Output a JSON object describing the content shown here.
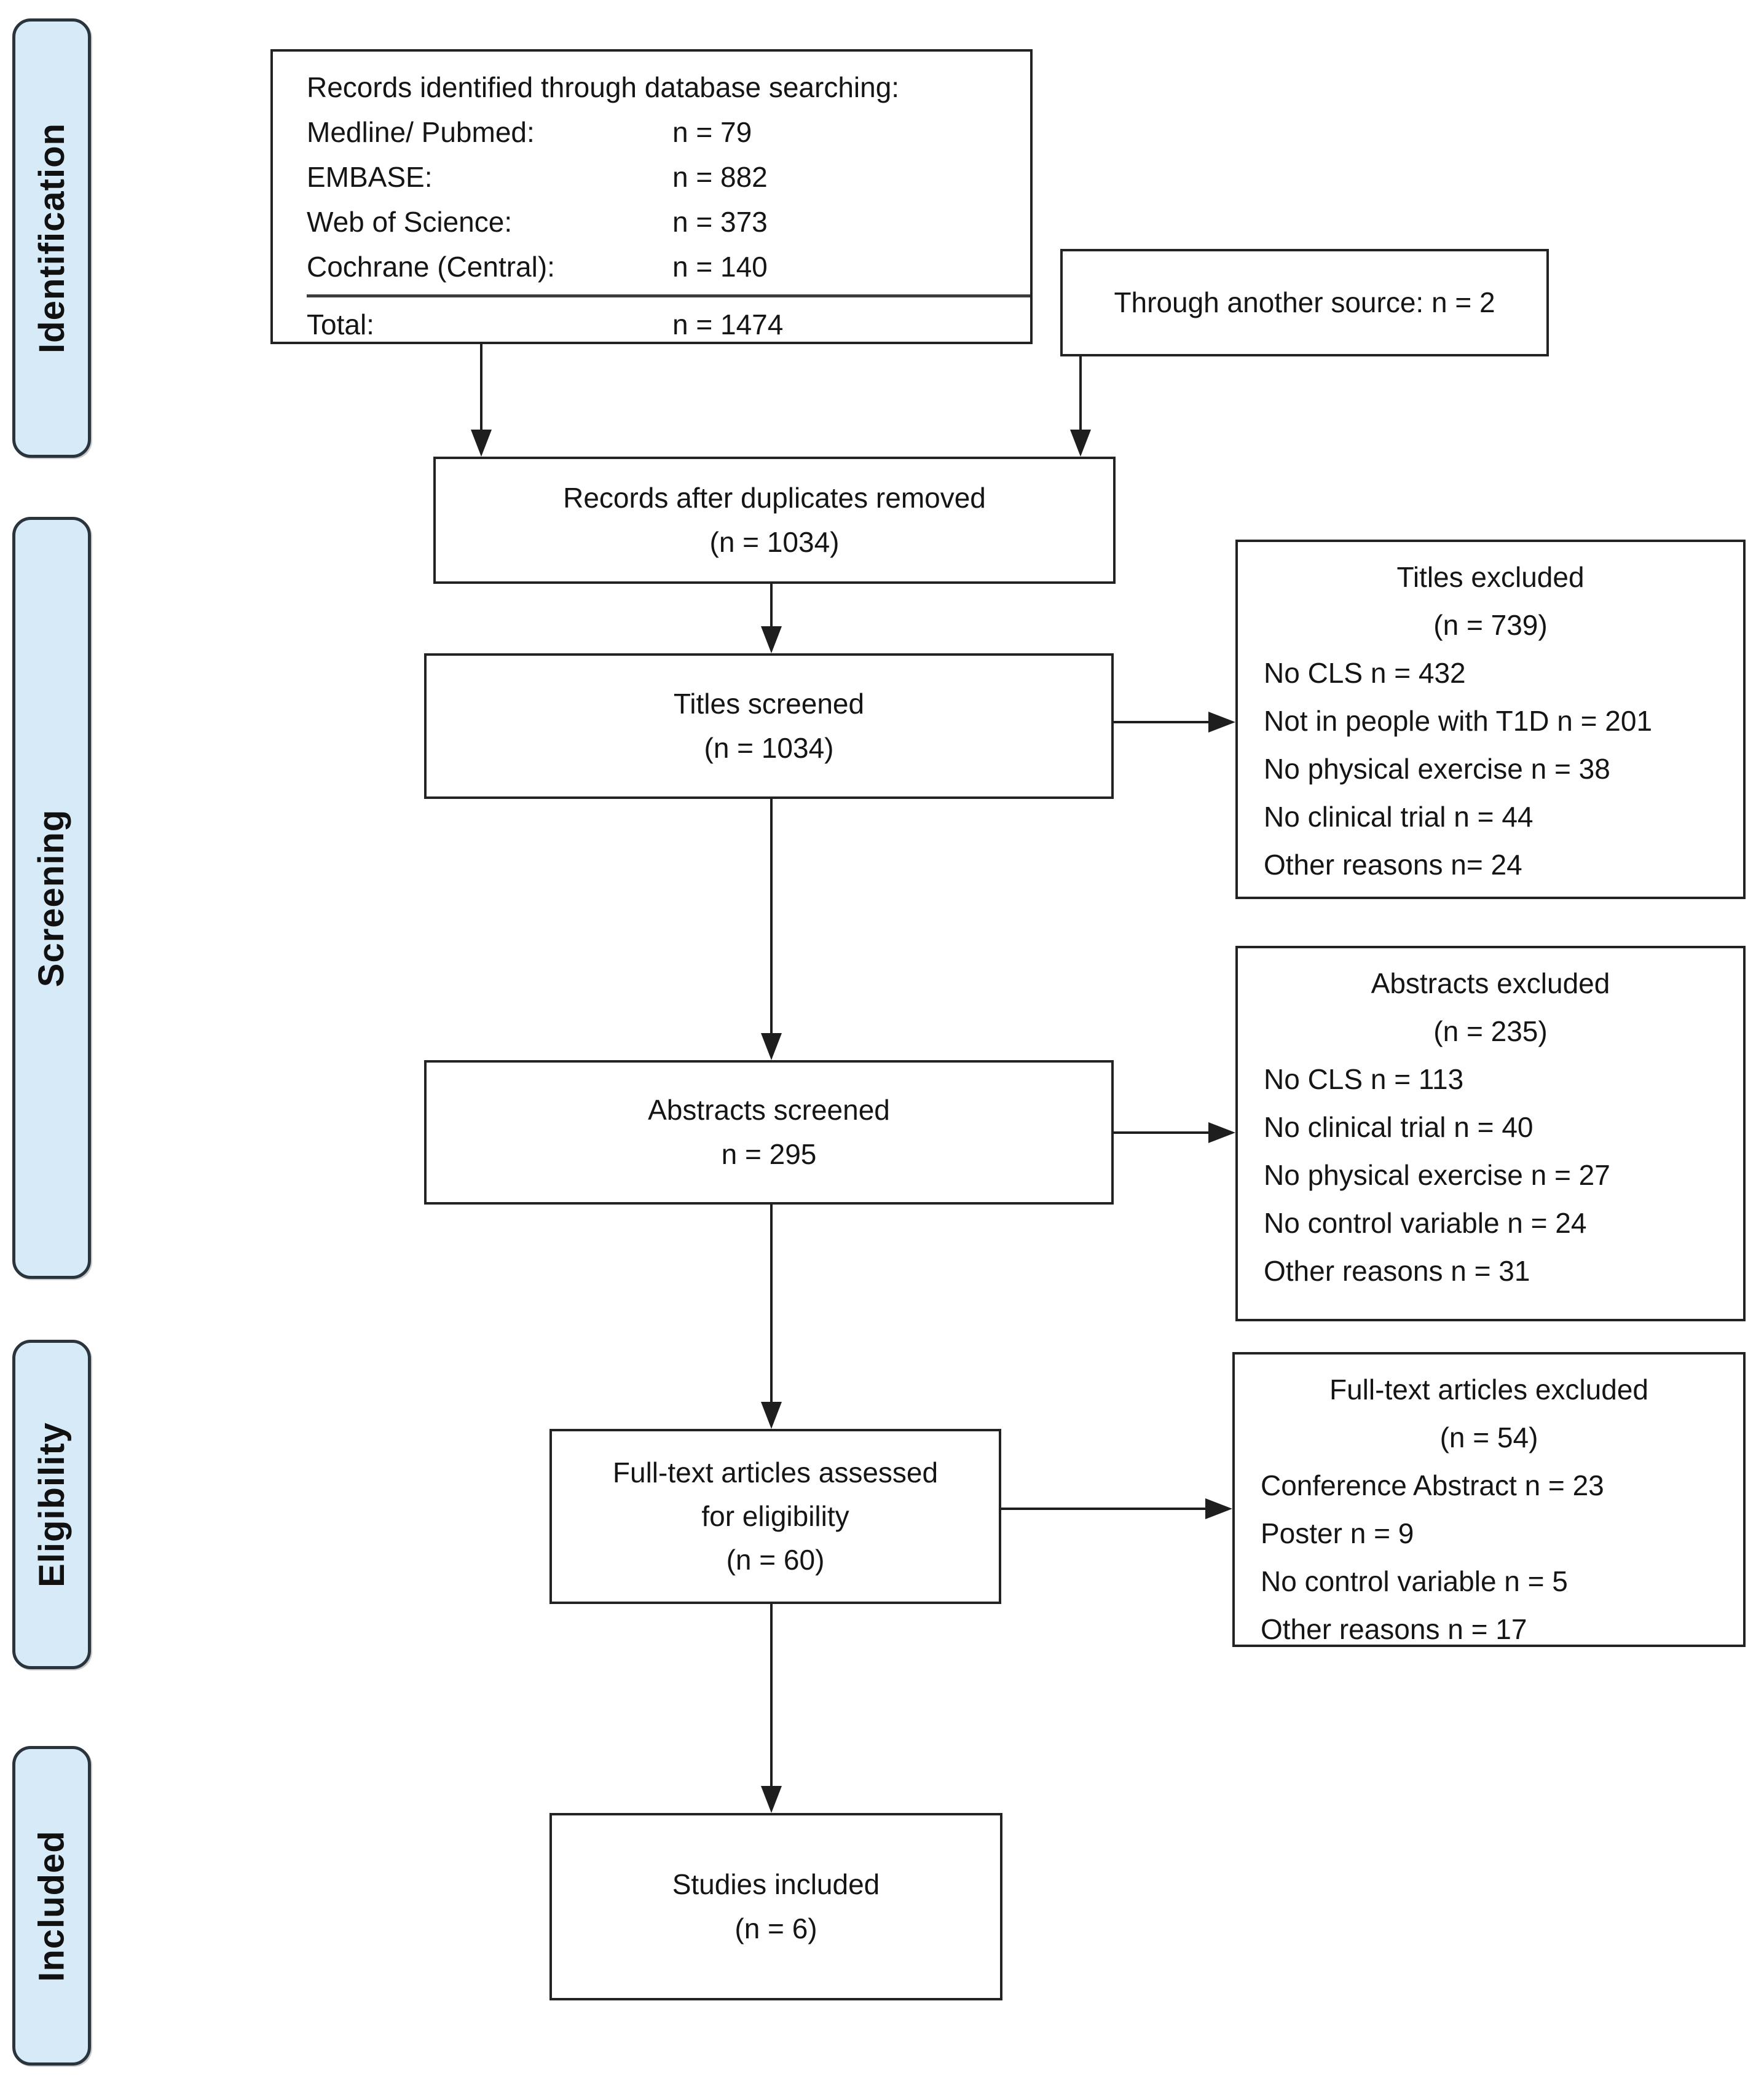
{
  "stages": [
    {
      "label": "Identification"
    },
    {
      "label": "Screening"
    },
    {
      "label": "Eligibility"
    },
    {
      "label": "Included"
    }
  ],
  "boxes": {
    "identified": {
      "title": "Records identified through database searching:",
      "rows": [
        {
          "label": "Medline/ Pubmed:",
          "value": "n = 79"
        },
        {
          "label": "EMBASE:",
          "value": "n = 882"
        },
        {
          "label": "Web of Science:",
          "value": "n = 373"
        },
        {
          "label": "Cochrane (Central):",
          "value": "n = 140"
        }
      ],
      "total_label": "Total:",
      "total_value": "n = 1474"
    },
    "another_source": {
      "text": "Through another source: n = 2"
    },
    "duplicates_removed": {
      "line1": "Records after duplicates removed",
      "line2": "(n = 1034)"
    },
    "titles_screened": {
      "line1": "Titles screened",
      "line2": "(n = 1034)"
    },
    "titles_excluded": {
      "title": "Titles excluded",
      "subtitle": "(n = 739)",
      "reasons": [
        "No CLS n = 432",
        "Not in people with T1D n = 201",
        "No physical exercise n = 38",
        "No clinical trial n = 44",
        "Other reasons n= 24"
      ]
    },
    "abstracts_screened": {
      "line1": "Abstracts screened",
      "line2": "n = 295"
    },
    "abstracts_excluded": {
      "title": "Abstracts excluded",
      "subtitle": "(n = 235)",
      "reasons": [
        "No CLS n = 113",
        "No clinical trial n = 40",
        "No physical exercise n = 27",
        "No control variable n = 24",
        "Other reasons n = 31"
      ]
    },
    "fulltext_assessed": {
      "line1": "Full-text articles assessed",
      "line2": "for eligibility",
      "line3": "(n = 60)"
    },
    "fulltext_excluded": {
      "title": "Full-text articles excluded",
      "subtitle": "(n = 54)",
      "reasons": [
        "Conference Abstract n = 23",
        "Poster n = 9",
        "No control variable n = 5",
        "Other reasons n = 17"
      ]
    },
    "studies_included": {
      "line1": "Studies included",
      "line2": "(n = 6)"
    }
  },
  "colors": {
    "stage_fill": "#d6eaf8",
    "stage_border": "#2a343c",
    "box_border": "#232323",
    "line": "#1e1e1e"
  }
}
